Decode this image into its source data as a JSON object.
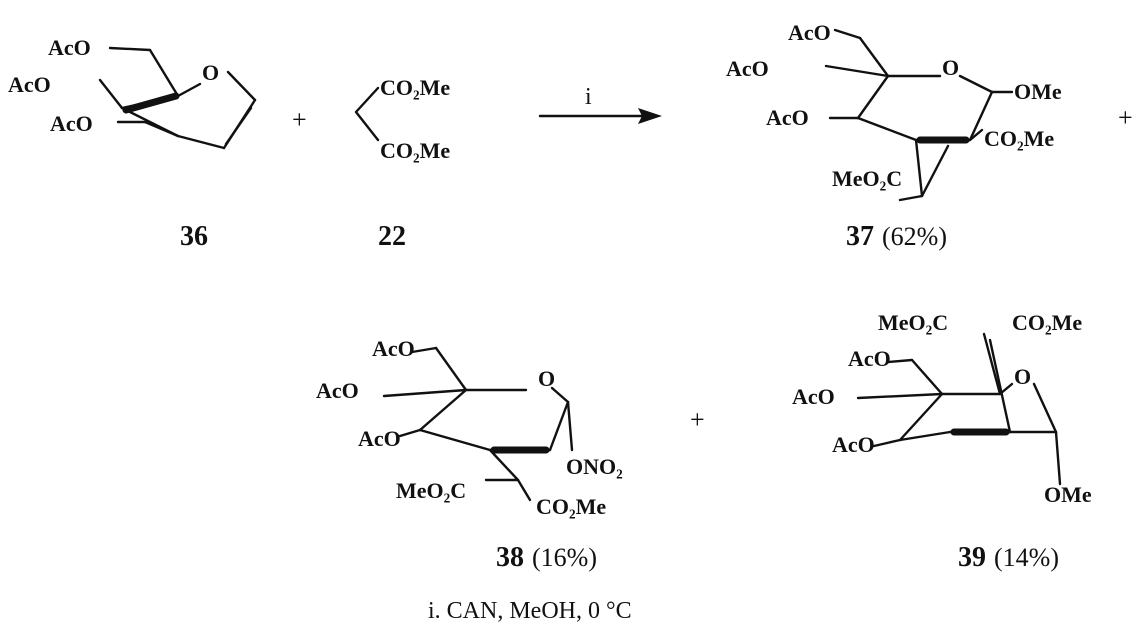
{
  "reagent_arrow_label": "i",
  "conditions": "i. CAN, MeOH, 0 °C",
  "plus_sign": "+",
  "groups": {
    "OAc": "AcO",
    "OMe": "OMe",
    "CO2Me": "CO₂Me",
    "MeO2C": "MeO₂C",
    "ONO2": "ONO₂",
    "ring_O": "O"
  },
  "compounds": [
    {
      "id": "36",
      "number": "36",
      "yield": ""
    },
    {
      "id": "22",
      "number": "22",
      "yield": ""
    },
    {
      "id": "37",
      "number": "37",
      "yield": "(62%)"
    },
    {
      "id": "38",
      "number": "38",
      "yield": "(16%)"
    },
    {
      "id": "39",
      "number": "39",
      "yield": "(14%)"
    }
  ]
}
